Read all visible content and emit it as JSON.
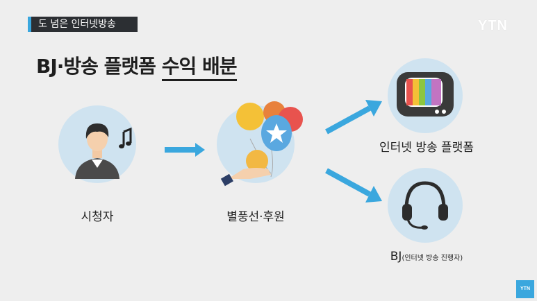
{
  "header": {
    "tag_text": "도 넘은 인터넷방송",
    "channel_logo": "YTN",
    "corner_logo": "YTN"
  },
  "title": {
    "part1": "BJ·방송 플랫폼 ",
    "part2": "수익 배분"
  },
  "nodes": {
    "viewer": {
      "label": "시청자",
      "icon": "person-with-music-icon"
    },
    "donation": {
      "label": "별풍선·후원",
      "icon": "balloons-coin-icon"
    },
    "platform": {
      "label": "인터넷 방송 플랫폼",
      "icon": "tv-icon"
    },
    "bj": {
      "label": "BJ",
      "sublabel": "(인터넷 방송 진행자)",
      "icon": "headset-icon"
    }
  },
  "colors": {
    "accent": "#3aa7de",
    "circle": "#cfe3f0",
    "dark": "#2c2f33"
  }
}
